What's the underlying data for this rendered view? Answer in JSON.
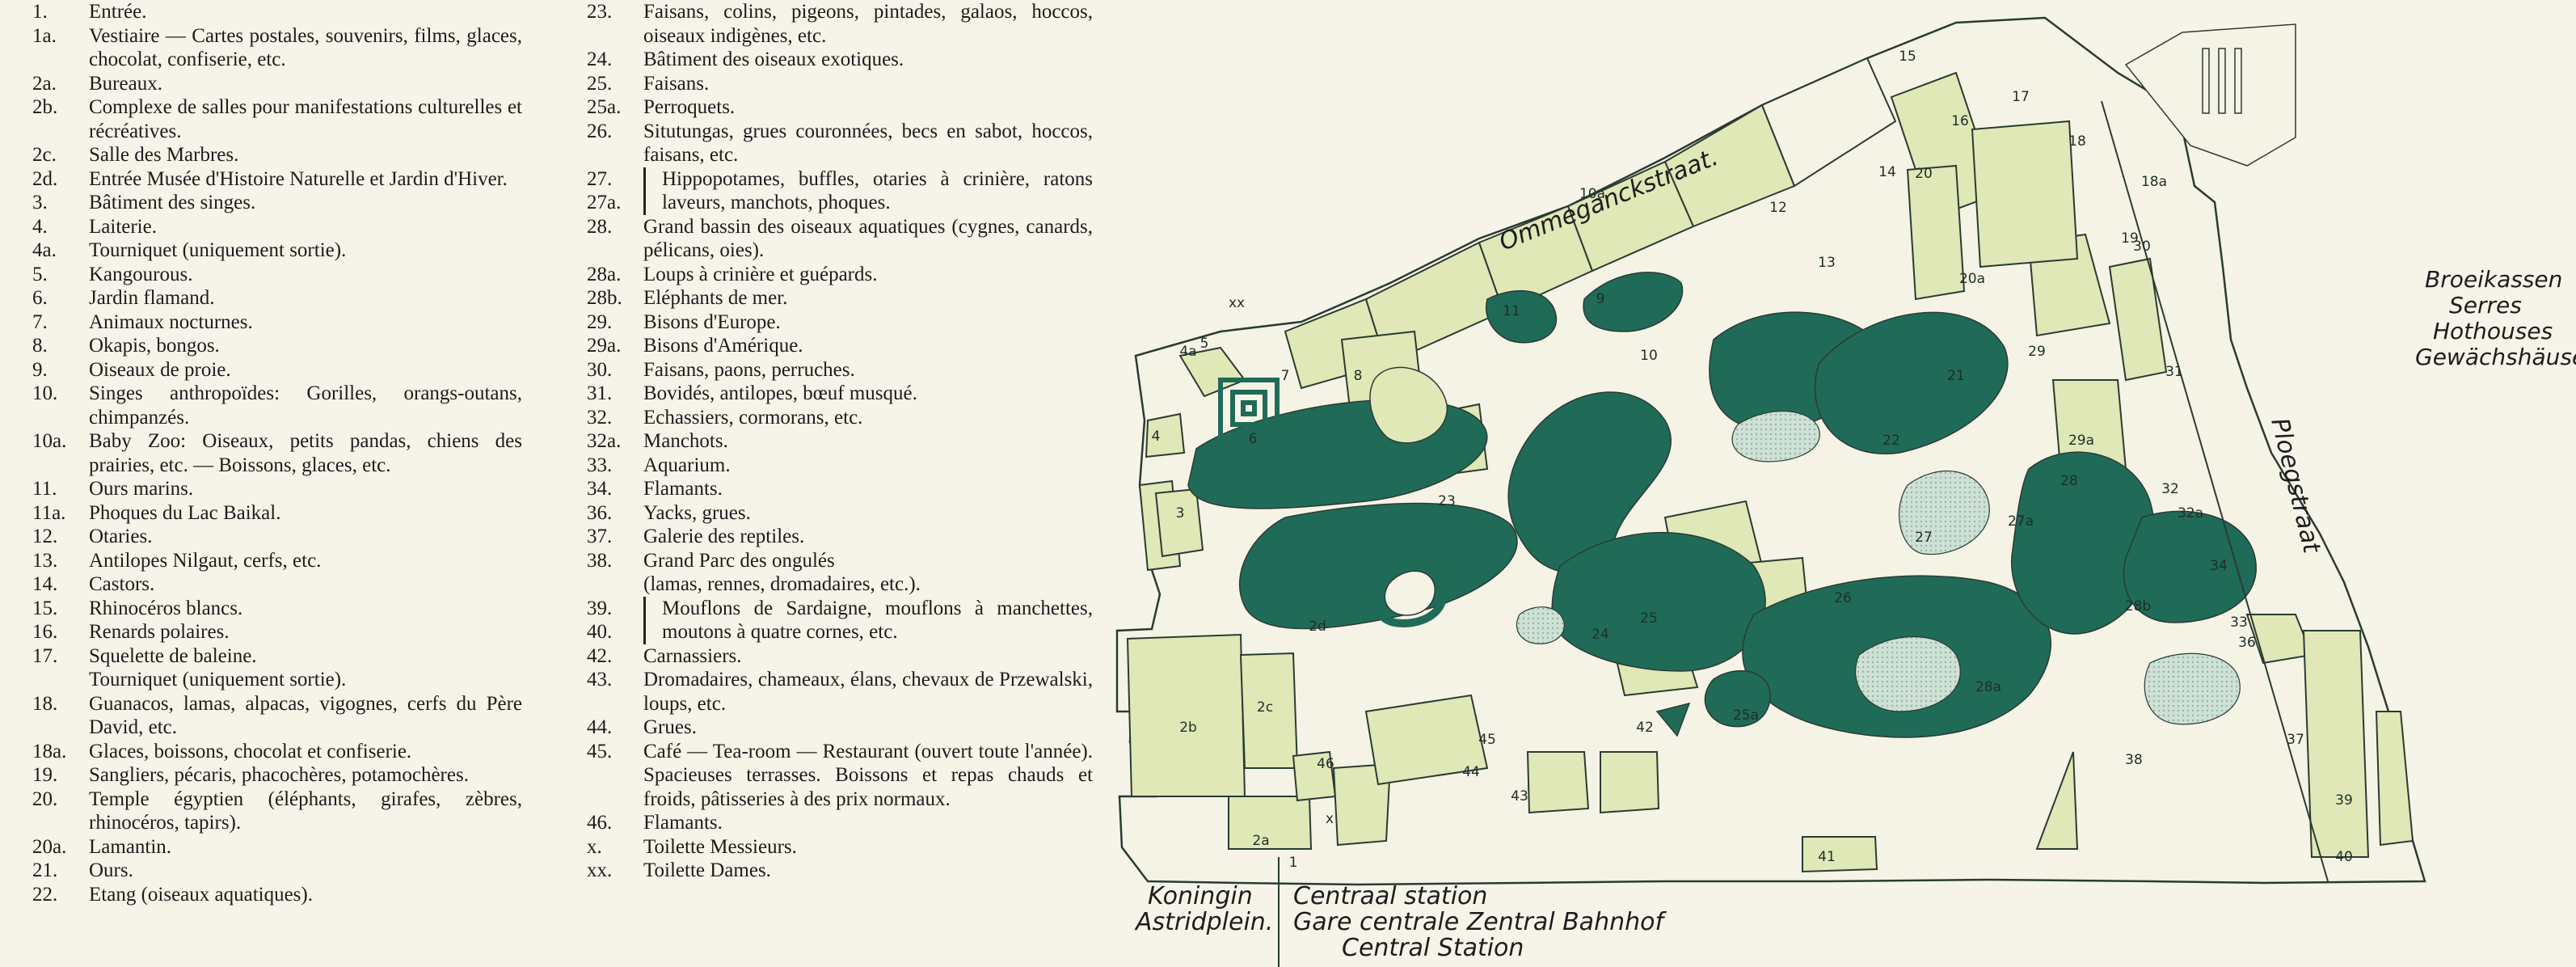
{
  "legend_left": [
    {
      "num": "1.",
      "text": "Entrée."
    },
    {
      "num": "1a.",
      "text": "Vestiaire — Cartes postales, souvenirs, films, glaces, chocolat, confiserie, etc."
    },
    {
      "num": "2a.",
      "text": "Bureaux."
    },
    {
      "num": "2b.",
      "text": "Complexe de salles pour manifestations culturelles et récréatives."
    },
    {
      "num": "2c.",
      "text": "Salle des Marbres."
    },
    {
      "num": "2d.",
      "text": "Entrée Musée d'Histoire Naturelle et Jardin d'Hiver."
    },
    {
      "num": "3.",
      "text": "Bâtiment des singes."
    },
    {
      "num": "4.",
      "text": "Laiterie."
    },
    {
      "num": "4a.",
      "text": "Tourniquet (uniquement sortie)."
    },
    {
      "num": "5.",
      "text": "Kangourous."
    },
    {
      "num": "6.",
      "text": "Jardin flamand."
    },
    {
      "num": "7.",
      "text": "Animaux nocturnes."
    },
    {
      "num": "8.",
      "text": "Okapis, bongos."
    },
    {
      "num": "9.",
      "text": "Oiseaux de proie."
    },
    {
      "num": "10.",
      "text": "Singes anthropoïdes: Gorilles, orangs-outans, chimpanzés."
    },
    {
      "num": "10a.",
      "text": "Baby Zoo: Oiseaux, petits pandas, chiens des prairies, etc. — Boissons, glaces, etc."
    },
    {
      "num": "11.",
      "text": "Ours marins."
    },
    {
      "num": "11a.",
      "text": "Phoques du Lac Baikal."
    },
    {
      "num": "12.",
      "text": "Otaries."
    },
    {
      "num": "13.",
      "text": "Antilopes Nilgaut, cerfs, etc."
    },
    {
      "num": "14.",
      "text": "Castors."
    },
    {
      "num": "15.",
      "text": "Rhinocéros blancs."
    },
    {
      "num": "16.",
      "text": "Renards polaires."
    },
    {
      "num": "17.",
      "text": "Squelette de baleine."
    },
    {
      "num": "",
      "text": "Tourniquet (uniquement sortie)."
    },
    {
      "num": "18.",
      "text": "Guanacos, lamas, alpacas, vigognes, cerfs du Père David, etc."
    },
    {
      "num": "18a.",
      "text": "Glaces, boissons, chocolat et confiserie."
    },
    {
      "num": "19.",
      "text": "Sangliers, pécaris, phacochères, potamochères."
    },
    {
      "num": "20.",
      "text": "Temple égyptien (éléphants, girafes, zèbres, rhinocéros, tapirs)."
    },
    {
      "num": "20a.",
      "text": "Lamantin."
    },
    {
      "num": "21.",
      "text": "Ours."
    },
    {
      "num": "22.",
      "text": "Etang (oiseaux aquatiques)."
    }
  ],
  "legend_right": [
    {
      "num": "23.",
      "text": "Faisans, colins, pigeons, pintades, galaos, hoccos, oiseaux indigènes, etc."
    },
    {
      "num": "24.",
      "text": "Bâtiment des oiseaux exotiques."
    },
    {
      "num": "25.",
      "text": "Faisans."
    },
    {
      "num": "25a.",
      "text": "Perroquets."
    },
    {
      "num": "26.",
      "text": "Situtungas, grues couronnées, becs en sabot, hoccos, faisans, etc."
    },
    {
      "nums": [
        "27.",
        "27a."
      ],
      "text": "Hippopotames, buffles, otaries à crinière, ratons laveurs, manchots, phoques."
    },
    {
      "num": "28.",
      "text": "Grand bassin des oiseaux aquatiques (cygnes, canards, pélicans, oies)."
    },
    {
      "num": "28a.",
      "text": "Loups à crinière et guépards."
    },
    {
      "num": "28b.",
      "text": "Eléphants de mer."
    },
    {
      "num": "29.",
      "text": "Bisons d'Europe."
    },
    {
      "num": "29a.",
      "text": "Bisons d'Amérique."
    },
    {
      "num": "30.",
      "text": "Faisans, paons, perruches."
    },
    {
      "num": "31.",
      "text": "Bovidés, antilopes, bœuf musqué."
    },
    {
      "num": "32.",
      "text": "Echassiers, cormorans, etc."
    },
    {
      "num": "32a.",
      "text": "Manchots."
    },
    {
      "num": "33.",
      "text": "Aquarium."
    },
    {
      "num": "34.",
      "text": "Flamants."
    },
    {
      "num": "36.",
      "text": "Yacks, grues."
    },
    {
      "num": "37.",
      "text": "Galerie des reptiles."
    },
    {
      "num": "38.",
      "text": "Grand Parc des ongulés"
    },
    {
      "num": "",
      "text": "(lamas, rennes, dromadaires, etc.)."
    },
    {
      "nums": [
        "39.",
        "40."
      ],
      "text": "Mouflons de Sardaigne, mouflons à manchettes, moutons à quatre cornes, etc."
    },
    {
      "num": "42.",
      "text": "Carnassiers."
    },
    {
      "num": "43.",
      "text": "Dromadaires, chameaux, élans, chevaux de Przewalski, loups, etc."
    },
    {
      "num": "44.",
      "text": "Grues."
    },
    {
      "num": "45.",
      "text": "Café — Tea-room — Restaurant (ouvert toute l'année). Spacieuses terrasses. Boissons et repas chauds et froids, pâtisseries à des prix normaux."
    },
    {
      "num": "46.",
      "text": "Flamants."
    },
    {
      "num": "x.",
      "text": "Toilette Messieurs."
    },
    {
      "num": "xx.",
      "text": "Toilette Dames."
    }
  ],
  "map": {
    "streets": {
      "ommeganck": "Ommeganckstraat.",
      "ploeg": "Ploegstraat",
      "koningin_1": "Koningin",
      "koningin_2": "Astridplein.",
      "central_1": "Centraal station",
      "central_2": "Gare centrale Zentral Bahnhof",
      "central_3": "Central Station",
      "serres_1": "Broeikassen",
      "serres_2": "Serres",
      "serres_3": "Hothouses",
      "serres_4": "Gewächshäuser"
    },
    "colors": {
      "water": "#1f6b57",
      "light": "#dfe8b6",
      "pale": "#f5f3e6",
      "hatch": "#b9d3c7",
      "line": "#2b3b33"
    },
    "labels": [
      "8",
      "9",
      "10",
      "7",
      "5",
      "4",
      "6",
      "3",
      "2b",
      "2c",
      "2a",
      "2d",
      "1",
      "4a",
      "11",
      "12",
      "13",
      "14",
      "15",
      "16",
      "17",
      "18",
      "18a",
      "19",
      "20",
      "20a",
      "21",
      "22",
      "23",
      "24",
      "25",
      "25a",
      "26",
      "27",
      "27a",
      "28",
      "28a",
      "28b",
      "29",
      "29a",
      "30",
      "31",
      "32",
      "32a",
      "33",
      "34",
      "36",
      "37",
      "38",
      "39",
      "40",
      "41",
      "42",
      "43",
      "44",
      "45",
      "46",
      "10a",
      "x",
      "xx"
    ]
  }
}
